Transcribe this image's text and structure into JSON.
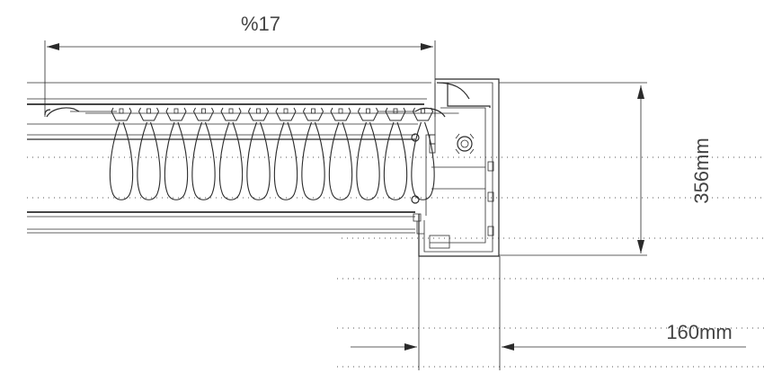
{
  "dimensions": {
    "fold_ratio": "%17",
    "height": "356mm",
    "depth": "160mm"
  },
  "diagram": {
    "pleat_count": 12,
    "line_color": "#2b2b2b",
    "dim_color": "#444444",
    "background": "#ffffff"
  }
}
